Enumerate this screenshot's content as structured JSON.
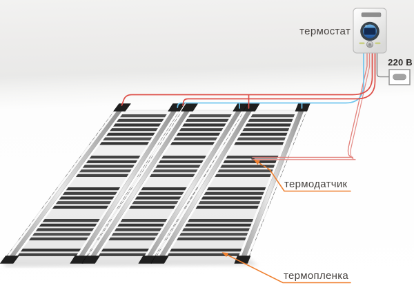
{
  "diagram": {
    "title": "infrared-heating-film-wiring-diagram",
    "labels": {
      "thermostat": "термостат",
      "voltage": "220 В",
      "sensor": "термодатчик",
      "film": "термопленка"
    },
    "panel_count": 3,
    "colors": {
      "wire_live": "#dd4f48",
      "wire_neutral": "#6fc5ee",
      "wire_sensor": "#e2827c",
      "callout": "#ef7f2e",
      "cord": "#8f8f8f",
      "clip": "#1f1f1f",
      "stripe_dark": "#353535",
      "stripe_mid": "#424242",
      "stripe_light": "#4f4f4f",
      "sheet_light": "#f3f3f3",
      "sheet_shade": "#e7e7e7",
      "bus_silver": "#a8a8a8",
      "outlet_pin": "#a3a3a3",
      "text": "#474340"
    }
  }
}
